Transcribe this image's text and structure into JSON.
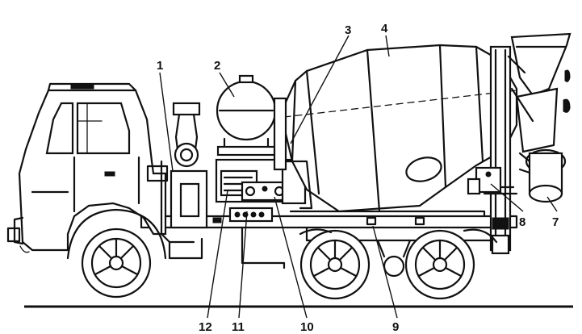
{
  "callouts": {
    "c1": "1",
    "c2": "2",
    "c3": "3",
    "c4": "4",
    "c7": "7",
    "c8": "8",
    "c9": "9",
    "c10": "10",
    "c11": "11",
    "c12": "12"
  }
}
